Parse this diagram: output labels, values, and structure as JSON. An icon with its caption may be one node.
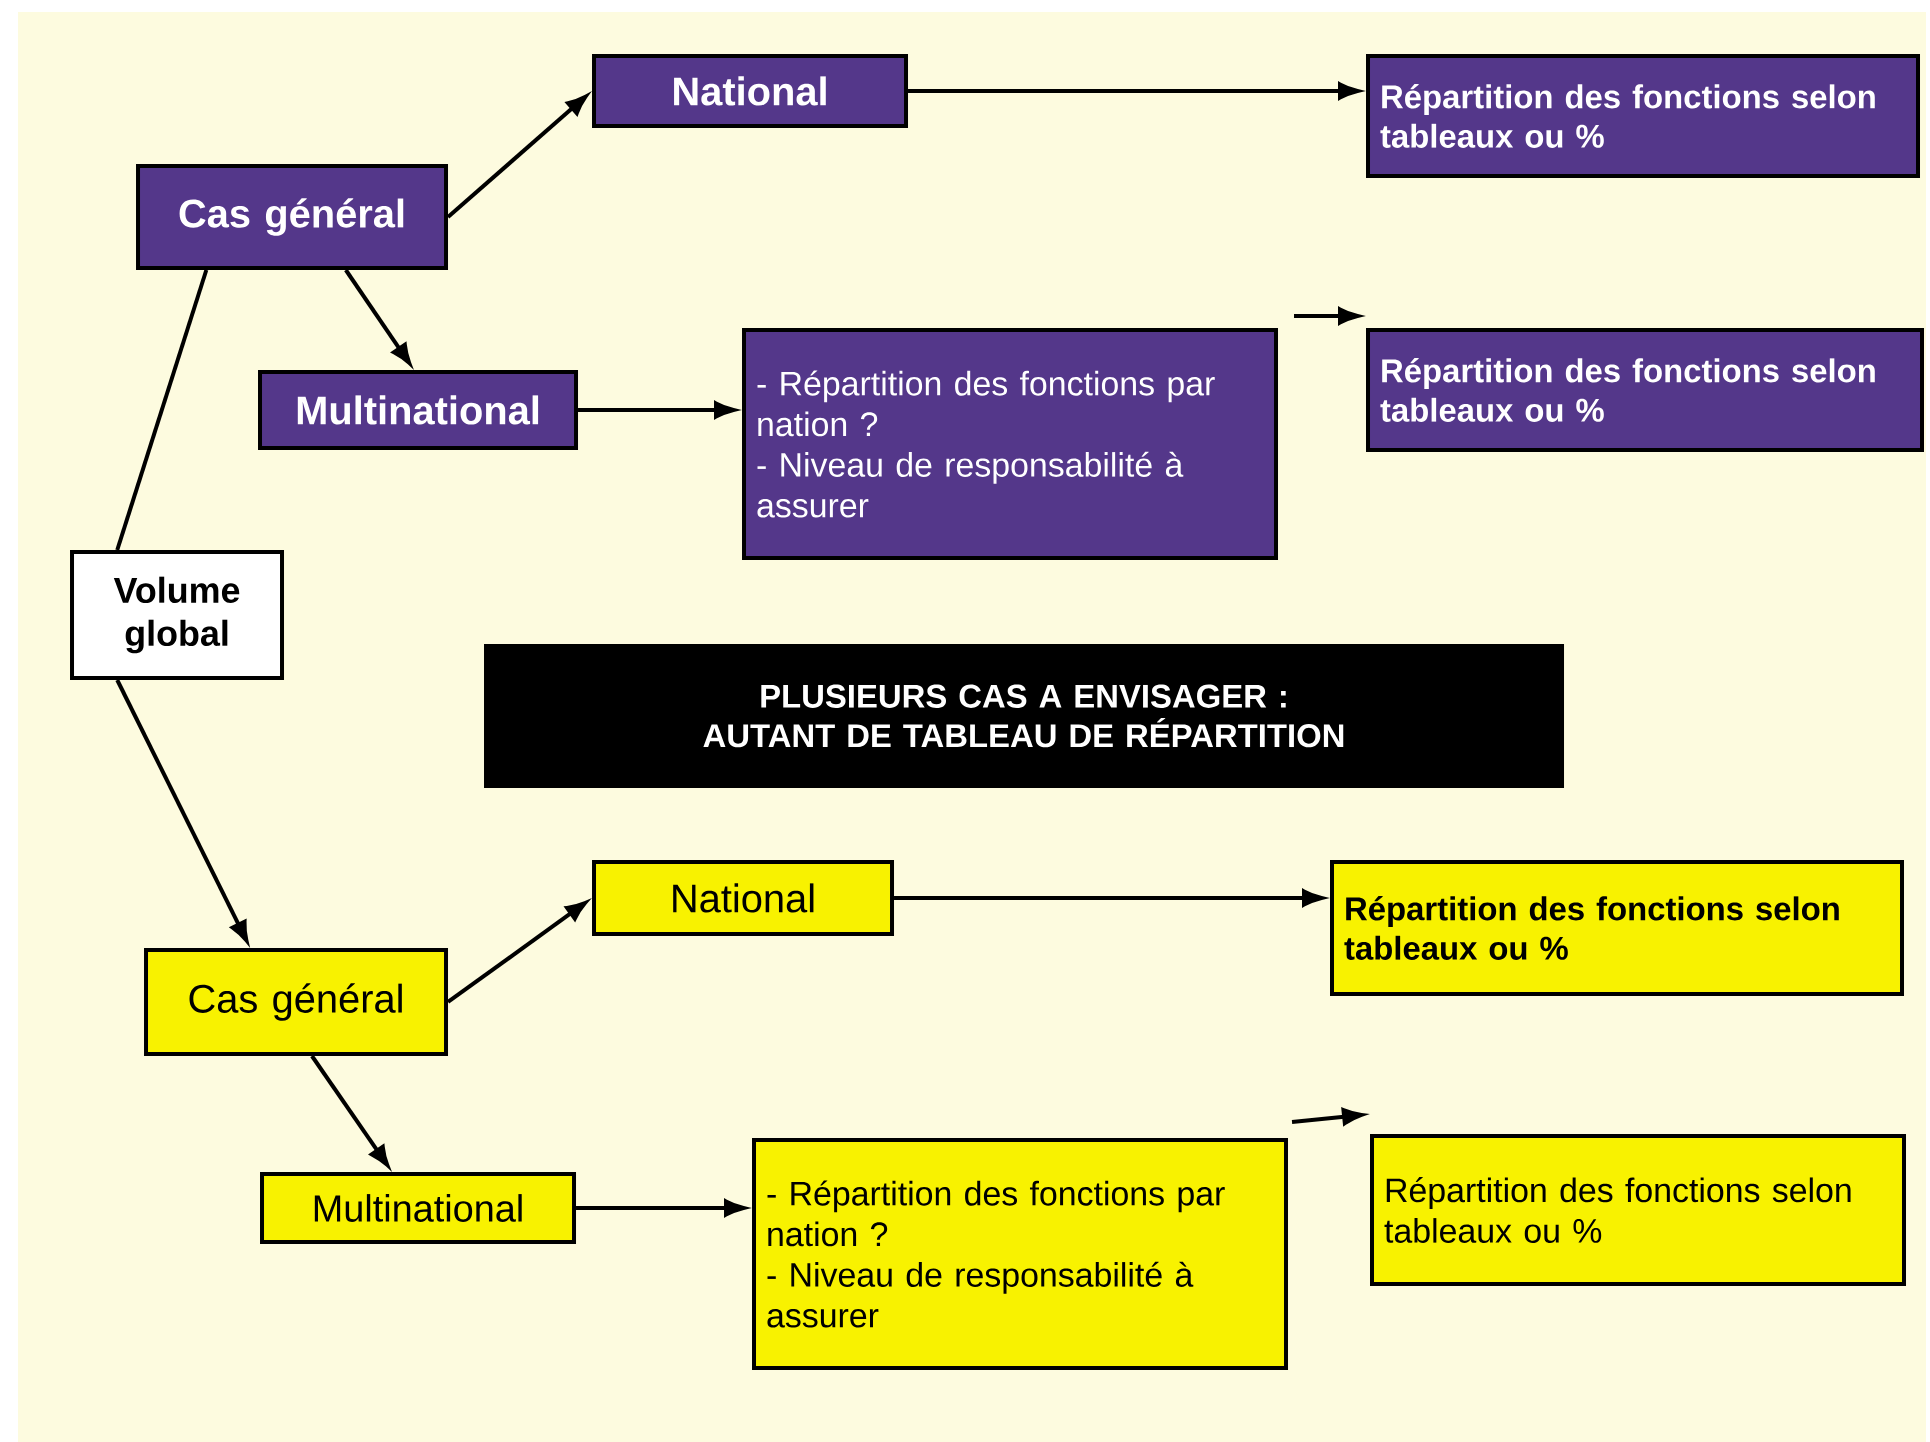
{
  "diagram": {
    "nodes": [
      {
        "text": [
          "Cas général"
        ]
      },
      {
        "text": [
          "National"
        ]
      },
      {
        "text": [
          "Répartition des fonctions selon tableaux ou %"
        ]
      },
      {
        "text": [
          "Multinational"
        ]
      },
      {
        "text": [
          "- Répartition des fonctions par nation ?",
          "- Niveau de responsabilité à assurer"
        ]
      },
      {
        "text": [
          "Répartition des fonctions selon tableaux ou %"
        ]
      },
      {
        "text": [
          "Volume global"
        ]
      },
      {
        "text": [
          "PLUSIEURS CAS A ENVISAGER :",
          "AUTANT DE TABLEAU DE RÉPARTITION"
        ]
      },
      {
        "text": [
          "Cas général"
        ]
      },
      {
        "text": [
          "National"
        ]
      },
      {
        "text": [
          "Répartition des fonctions selon tableaux ou %"
        ]
      },
      {
        "text": [
          "Multinational"
        ]
      },
      {
        "text": [
          "- Répartition des fonctions par nation ?",
          "- Niveau de responsabilité à assurer"
        ]
      },
      {
        "text": [
          "Répartition des fonctions selon tableaux ou %"
        ]
      }
    ],
    "edges": [
      {
        "from": 6,
        "to": 0,
        "arrow": "none"
      },
      {
        "from": 0,
        "to": 1,
        "arrow": "to"
      },
      {
        "from": 0,
        "to": 3,
        "arrow": "to"
      },
      {
        "from": 1,
        "to": 2,
        "arrow": "to"
      },
      {
        "from": 3,
        "to": 4,
        "arrow": "to"
      },
      {
        "from": 4,
        "to": 5,
        "arrow": "to"
      },
      {
        "from": 6,
        "to": 8,
        "arrow": "to"
      },
      {
        "from": 8,
        "to": 9,
        "arrow": "to"
      },
      {
        "from": 8,
        "to": 11,
        "arrow": "to"
      },
      {
        "from": 9,
        "to": 10,
        "arrow": "to"
      },
      {
        "from": 11,
        "to": 12,
        "arrow": "to"
      },
      {
        "from": 12,
        "to": 13,
        "arrow": "to"
      }
    ]
  }
}
